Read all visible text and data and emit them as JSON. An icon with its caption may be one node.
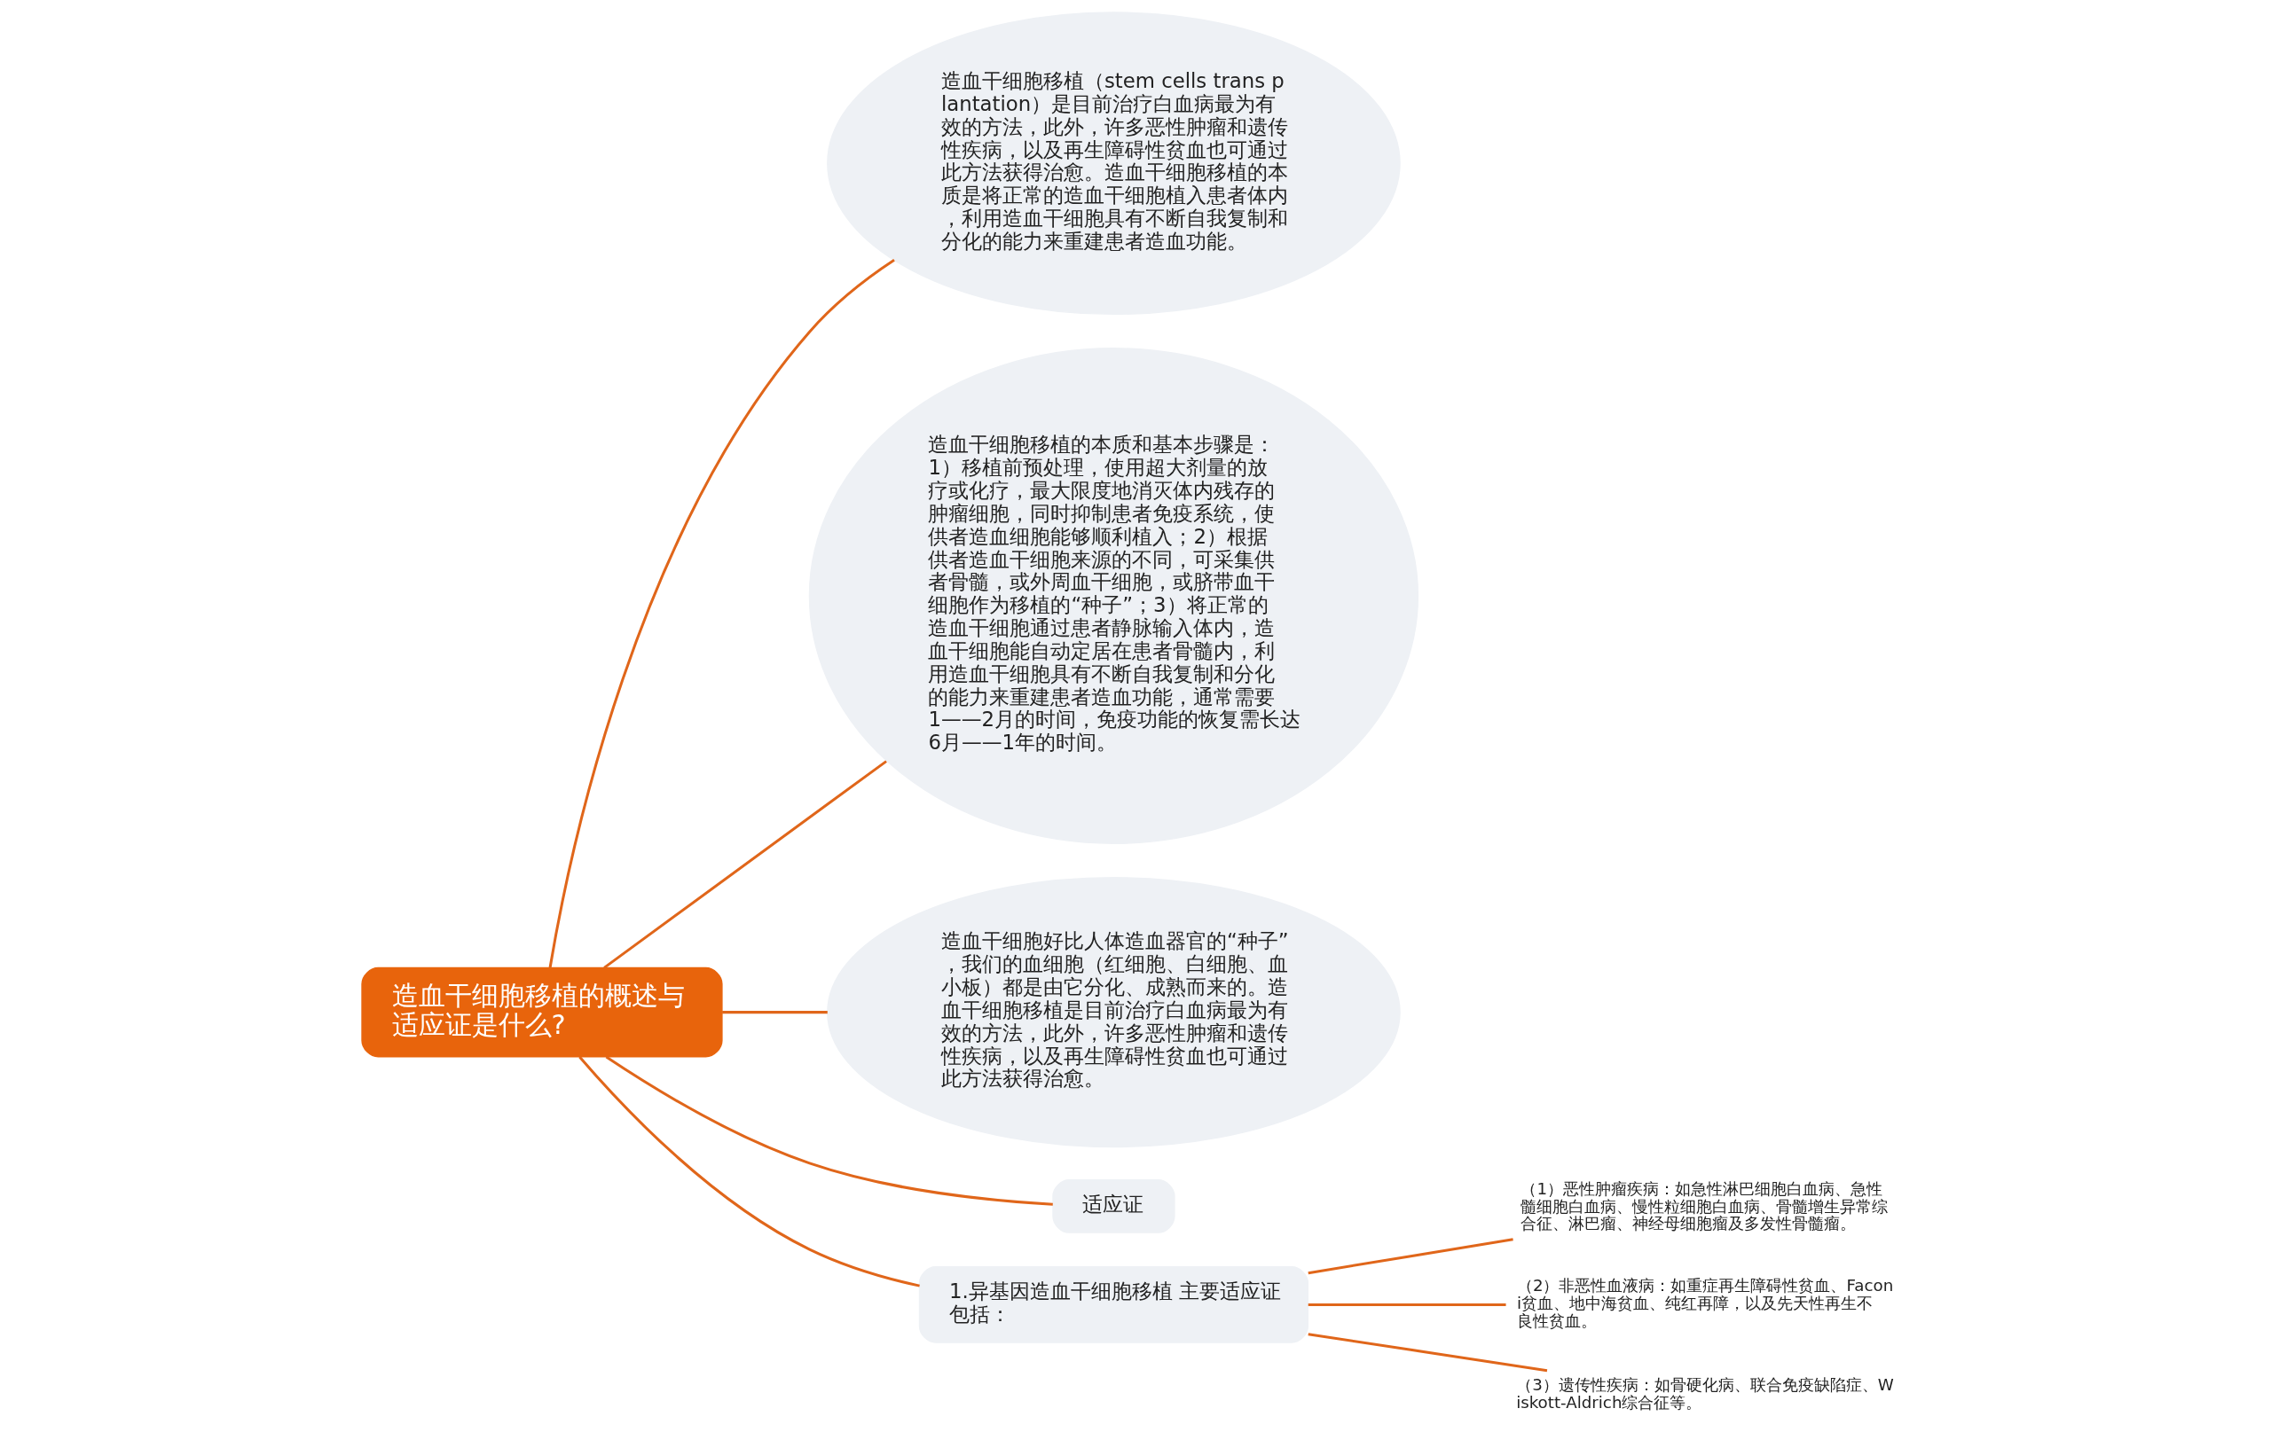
{
  "diagram": {
    "nodes": [
      {
        "text": [
          "造血干细胞移植的概述与适应证是什么?"
        ]
      },
      {
        "text": [
          "造血干细胞移植（stem cells trans plantation）是目前治疗白血病最为有效的方法，此外，许多恶性肿瘤和遗传性疾病，以及再生障碍性贫血也可通过此方法获得治愈。造血干细胞移植的本质是将正常的造血干细胞植入患者体内，利用造血干细胞具有不断自我复制和分化的能力来重建患者造血功能。"
        ]
      },
      {
        "text": [
          "造血干细胞移植的本质和基本步骤是：1）移植前预处理，使用超大剂量的放疗或化疗，最大限度地消灭体内残存的肿瘤细胞，同时抑制患者免疫系统，使供者造血细胞能够顺利植入；2）根据供者造血干细胞来源的不同，可采集供者骨髓，或外周血干细胞，或脐带血干细胞作为移植的“种子”；3）将正常的造血干细胞通过患者静脉输入体内，造血干细胞能自动定居在患者骨髓内，利用造血干细胞具有不断自我复制和分化的能力来重建患者造血功能，通常需要1——2月的时间，免疫功能的恢复需长达6月——1年的时间。"
        ]
      },
      {
        "text": [
          "造血干细胞好比人体造血器官的“种子”，我们的血细胞（红细胞、白细胞、血小板）都是由它分化、成熟而来的。造血干细胞移植是目前治疗白血病最为有效的方法，此外，许多恶性肿瘤和遗传性疾病，以及再生障碍性贫血也可通过此方法获得治愈。"
        ]
      },
      {
        "text": [
          "适应证"
        ]
      },
      {
        "text": [
          "1.异基因造血干细胞移植 主要适应证包括："
        ]
      },
      {
        "text": [
          "（1）恶性肿瘤疾病：如急性淋巴细胞白血病、急性髓细胞白血病、慢性粒细胞白血病、骨髓增生异常综合征、淋巴瘤、神经母细胞瘤及多发性骨髓瘤。"
        ]
      },
      {
        "text": [
          "（2）非恶性血液病：如重症再生障碍性贫血、Faconi贫血、地中海贫血、纯红再障，以及先天性再生不良性贫血。"
        ]
      },
      {
        "text": [
          "（3）遗传性疾病：如骨硬化病、联合免疫缺陷症、Wiskott-Aldrich综合征等。"
        ]
      }
    ],
    "edges": [
      {
        "from": 0,
        "to": 1,
        "arrow": "none"
      },
      {
        "from": 0,
        "to": 2,
        "arrow": "none"
      },
      {
        "from": 0,
        "to": 3,
        "arrow": "none"
      },
      {
        "from": 0,
        "to": 4,
        "arrow": "none"
      },
      {
        "from": 0,
        "to": 5,
        "arrow": "none"
      },
      {
        "from": 5,
        "to": 6,
        "arrow": "none"
      },
      {
        "from": 5,
        "to": 7,
        "arrow": "none"
      },
      {
        "from": 5,
        "to": 8,
        "arrow": "none"
      }
    ]
  }
}
